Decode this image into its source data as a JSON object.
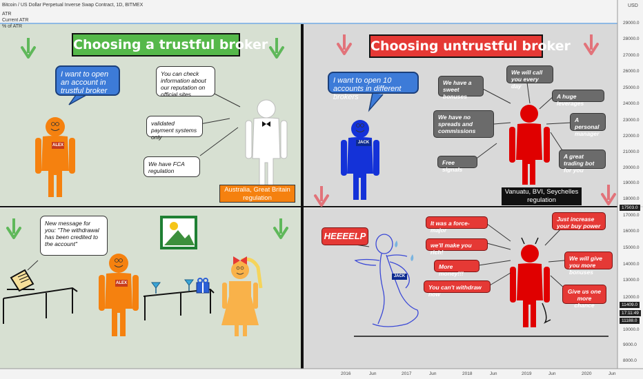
{
  "header": {
    "symbol_line": "Bitcoin / US Dollar Perpetual Inverse Swap Contract, 1D, BITMEX",
    "ind1": "ATR",
    "ind2": "Current ATR",
    "ind3": "% of ATR"
  },
  "axis": {
    "currency": "USD",
    "y_ticks": [
      "29000.0",
      "28000.0",
      "27000.0",
      "26000.0",
      "25000.0",
      "24000.0",
      "23000.0",
      "22000.0",
      "21000.0",
      "20000.0",
      "19000.0",
      "18000.0",
      "17000.0",
      "16000.0",
      "15000.0",
      "14000.0",
      "13000.0",
      "12000.0",
      "10000.0",
      "9000.0",
      "8000.0"
    ],
    "x_ticks": [
      "2016",
      "Jun",
      "2017",
      "Jun",
      "2018",
      "Jun",
      "2019",
      "Jun",
      "2020",
      "Jun"
    ],
    "labels": {
      "price1": "17503.0",
      "price2": "11409.0",
      "time": "17:11:49",
      "price3": "11188.0"
    }
  },
  "q1": {
    "title": "Choosing a trustful broker",
    "alex_bubble": "I want to open an account in trustful broker",
    "alex_tag": "ALEX",
    "bubble1": "You can check information about our reputation on official sites",
    "bubble2": "validated payment systems only",
    "bubble3": "We have FCA regulation",
    "regulation": "Australia, Great Britain regulation"
  },
  "q2": {
    "title": "Choosing untrustful broker",
    "jack_bubble": "I want to open 10 accounts in different brokers",
    "jack_tag": "JACK",
    "bubbles": [
      "We have a sweet bonuses",
      "We will call you every day",
      "A huge leverages",
      "We have no spreads and commissions",
      "A personal manager",
      "Free signals",
      "A great trading bot for you"
    ],
    "regulation": "Vanuatu, BVI, Seychelles regulation"
  },
  "q3": {
    "bubble": "New message for you: \"The withdrawal has been credited to the account\"",
    "alex_tag": "ALEX"
  },
  "q4": {
    "help": "HEEEELP",
    "jack_tag": "JACK",
    "bubbles": [
      "It was a force-major",
      "we'll make you rich!",
      "More money!!!",
      "You can't withdraw now",
      "Just increase your buy power",
      "We will give you more bonuses",
      "Give us one more chance"
    ]
  },
  "colors": {
    "green_bg": "#d7e0d2",
    "gray_bg": "#d9d9d9",
    "orange": "#f5810f",
    "red": "#e00000",
    "blue": "#1432d8",
    "title_green": "#55b84a",
    "title_red": "#e53935"
  }
}
